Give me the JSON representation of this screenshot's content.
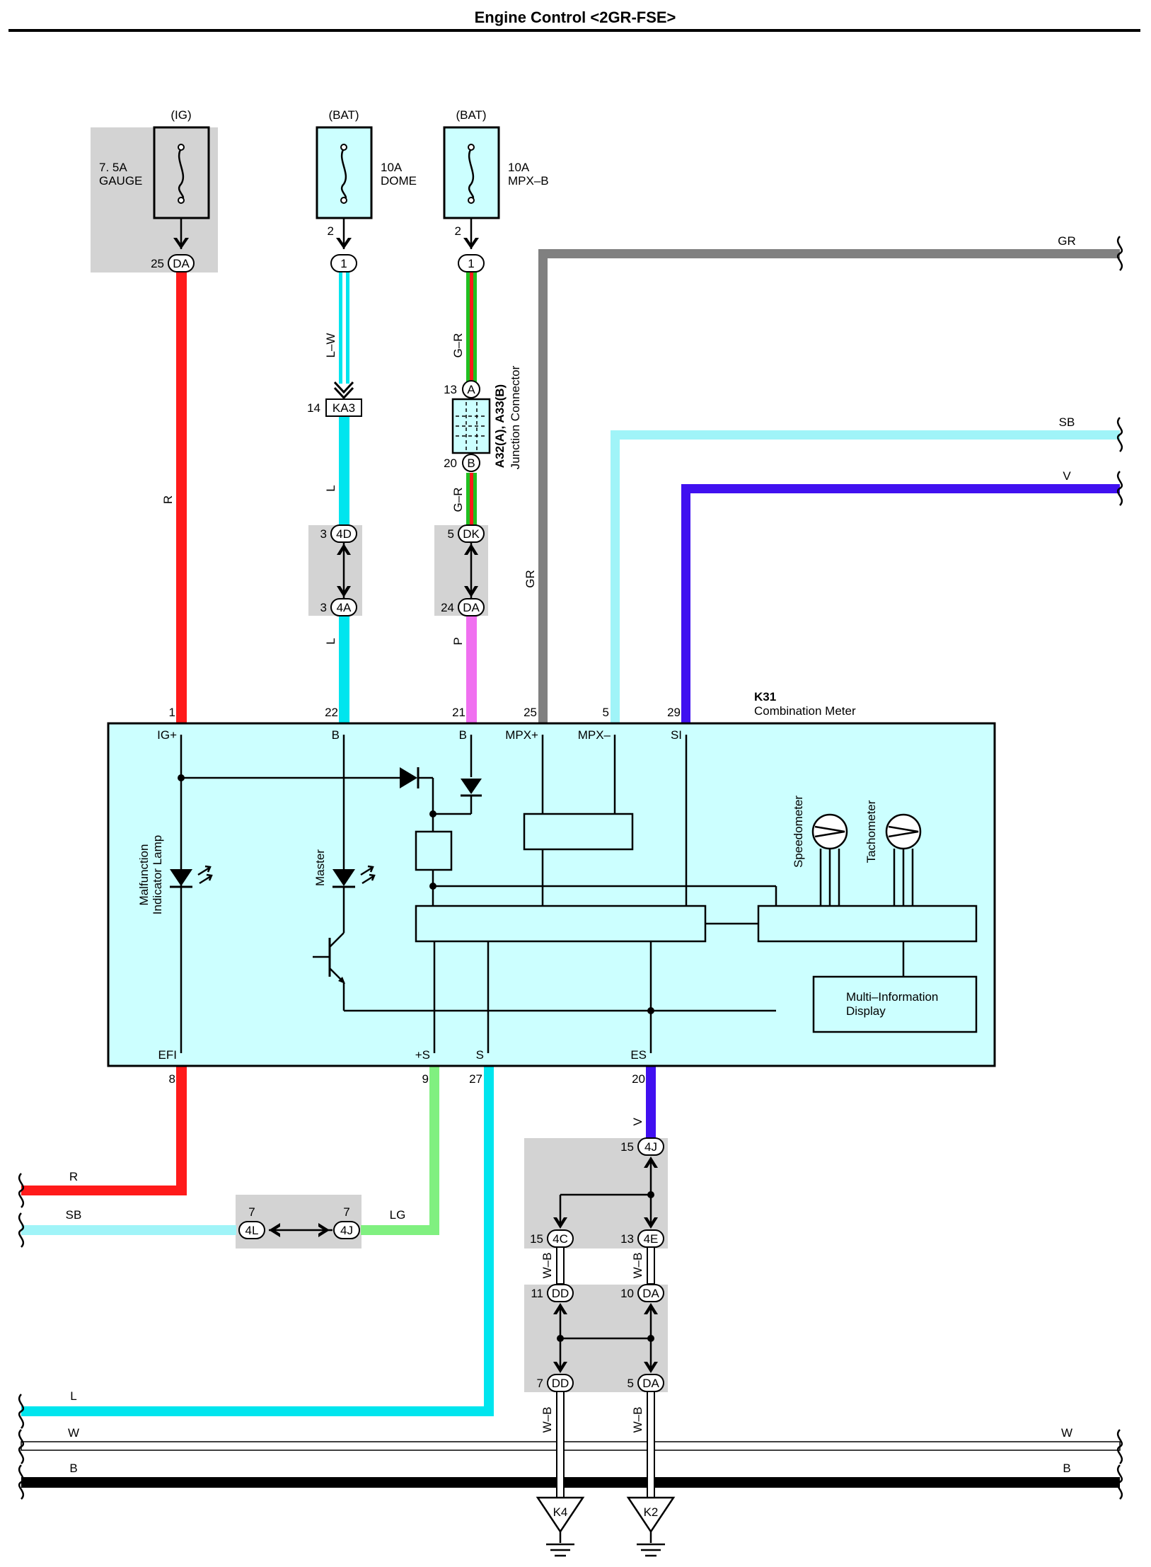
{
  "title": "Engine Control <2GR-FSE>",
  "fuses": [
    {
      "source": "(IG)",
      "rating": "7. 5A",
      "name": "GAUGE",
      "out_pin": "25",
      "out_conn": "DA"
    },
    {
      "source": "(BAT)",
      "rating": "10A",
      "name": "DOME",
      "fuse_pin": "2",
      "out_conn": "1"
    },
    {
      "source": "(BAT)",
      "rating": "10A",
      "name": "MPX–B",
      "fuse_pin": "2",
      "out_conn": "1"
    }
  ],
  "wire_colors": {
    "R": "#ff1a1a",
    "L": "#00e5ee",
    "LW_white": "#ffffff",
    "GR": "#808080",
    "SB": "#a0f4f8",
    "V": "#4010f0",
    "P": "#f070f0",
    "LG": "#80f080",
    "G_green": "#20c020",
    "W": "#ffffff",
    "B": "#000000",
    "meter_fill": "#ccffff",
    "gray_box": "#d3d3d3"
  },
  "wire_labels": {
    "r_top": "R",
    "lw": "L–W",
    "l_mid": "L",
    "l_low": "L",
    "gr1": "G–R",
    "gr2": "G–R",
    "p": "P",
    "gr_vert": "GR",
    "gr_right": "GR",
    "sb_right": "SB",
    "v_right": "V",
    "v_low": "V",
    "r_left": "R",
    "sb_left": "SB",
    "lg": "LG",
    "l_left": "L",
    "w_left": "W",
    "w_right": "W",
    "b_left": "B",
    "b_right": "B",
    "wb1": "W–B",
    "wb2": "W–B",
    "wb3": "W–B",
    "wb4": "W–B"
  },
  "connectors": {
    "ka3": {
      "pin": "14",
      "name": "KA3"
    },
    "jc_a": {
      "pin": "13",
      "name": "A"
    },
    "jc_b": {
      "pin": "20",
      "name": "B"
    },
    "jc_label_1": "A32(A), A33(B)",
    "jc_label_2": "Junction Connector",
    "c4d": {
      "pin": "3",
      "name": "4D"
    },
    "c4a": {
      "pin": "3",
      "name": "4A"
    },
    "cdk": {
      "pin": "5",
      "name": "DK"
    },
    "cda24": {
      "pin": "24",
      "name": "DA"
    },
    "c4l": {
      "pin": "7",
      "name": "4L"
    },
    "c4j7": {
      "pin": "7",
      "name": "4J"
    },
    "c4j15": {
      "pin": "15",
      "name": "4J"
    },
    "c4c": {
      "pin": "15",
      "name": "4C"
    },
    "c4e": {
      "pin": "13",
      "name": "4E"
    },
    "cdd11": {
      "pin": "11",
      "name": "DD"
    },
    "cda10": {
      "pin": "10",
      "name": "DA"
    },
    "cdd7": {
      "pin": "7",
      "name": "DD"
    },
    "cda5": {
      "pin": "5",
      "name": "DA"
    }
  },
  "meter": {
    "id": "K31",
    "name": "Combination Meter",
    "top_pins": [
      {
        "num": "1",
        "label": "IG+"
      },
      {
        "num": "22",
        "label": "B"
      },
      {
        "num": "21",
        "label": "B"
      },
      {
        "num": "25",
        "label": "MPX+"
      },
      {
        "num": "5",
        "label": "MPX–"
      },
      {
        "num": "29",
        "label": "SI"
      }
    ],
    "bottom_pins": [
      {
        "num": "8",
        "label": "EFI"
      },
      {
        "num": "9",
        "label": "+S"
      },
      {
        "num": "27",
        "label": "S"
      },
      {
        "num": "20",
        "label": "ES"
      }
    ],
    "mil_line1": "Malfunction",
    "mil_line2": "Indicator Lamp",
    "master": "Master",
    "speedometer": "Speedometer",
    "tachometer": "Tachometer",
    "mid_line1": "Multi–Information",
    "mid_line2": "Display"
  },
  "grounds": [
    "K4",
    "K2"
  ]
}
